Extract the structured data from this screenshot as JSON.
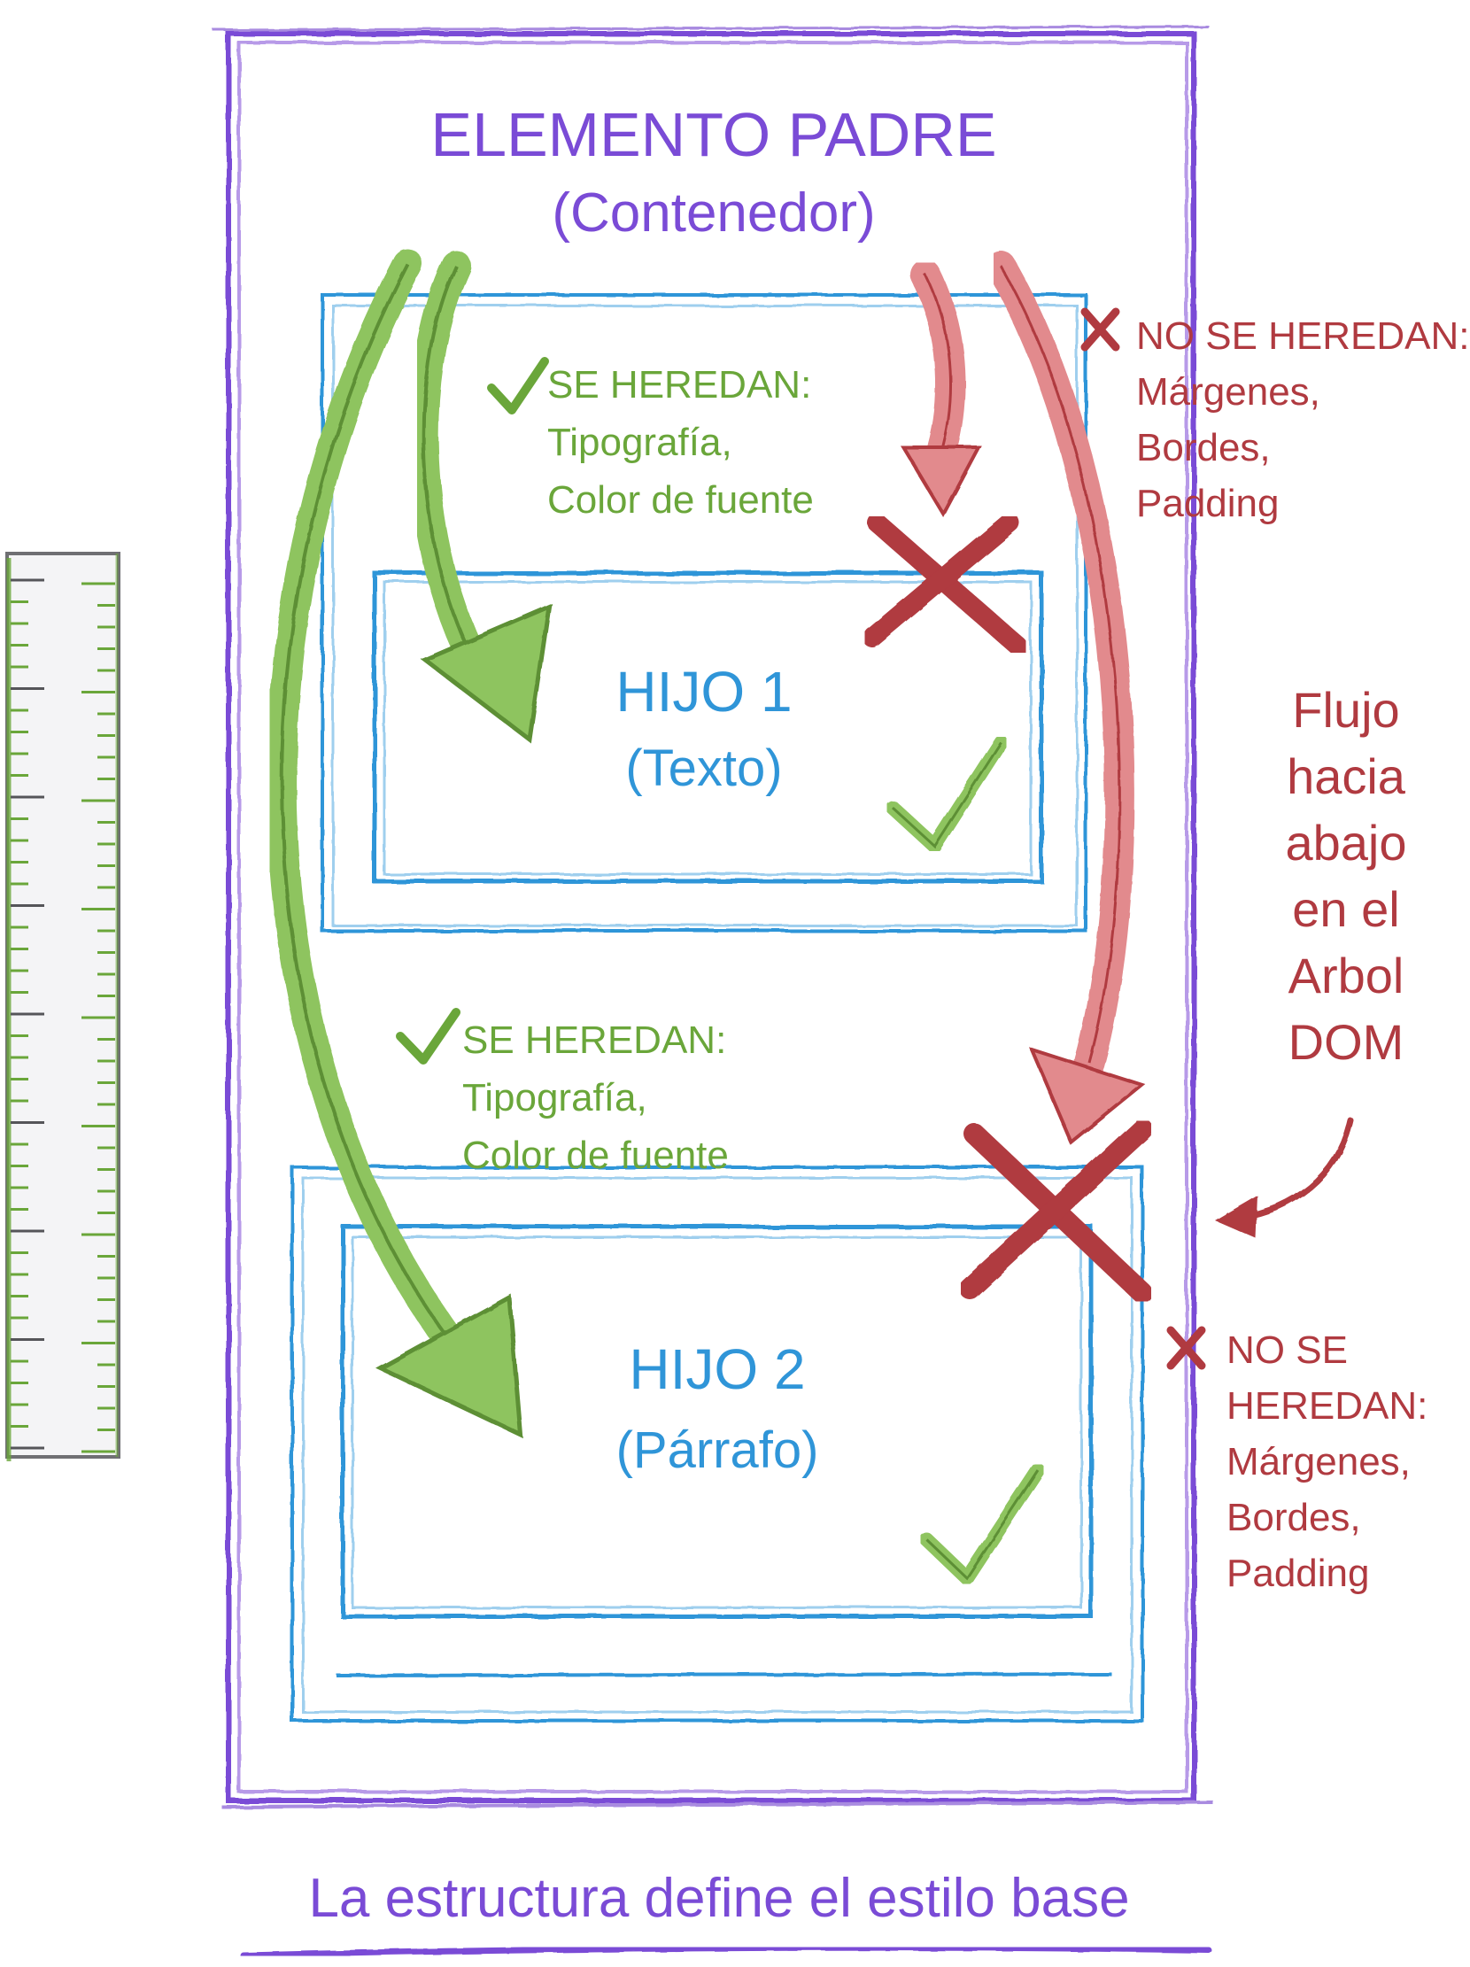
{
  "parent": {
    "title": "ELEMENTO PADRE",
    "subtitle": "(Contenedor)"
  },
  "children": [
    {
      "title": "HIJO 1",
      "subtitle": "(Texto)"
    },
    {
      "title": "HIJO 2",
      "subtitle": "(Párrafo)"
    }
  ],
  "inherited": {
    "heading": "SE HEREDAN:",
    "items": [
      "Tipografía,",
      "Color de fuente"
    ]
  },
  "not_inherited": {
    "heading": "NO SE HEREDAN:",
    "heading_split": [
      "NO SE",
      "HEREDAN:"
    ],
    "items": [
      "Márgenes,",
      "Bordes,",
      "Padding"
    ]
  },
  "flow_note": {
    "lines": [
      "Flujo",
      "hacia",
      "abajo",
      "en el",
      "Arbol",
      "DOM"
    ]
  },
  "caption": "La estructura define el estilo base",
  "colors": {
    "parent": "#7a4bd6",
    "child": "#2f95d8",
    "inherited": "#6aa63a",
    "not_inherited": "#b03a40"
  },
  "icons": [
    "check-icon",
    "cross-icon",
    "ruler-icon",
    "arrow-icon"
  ]
}
